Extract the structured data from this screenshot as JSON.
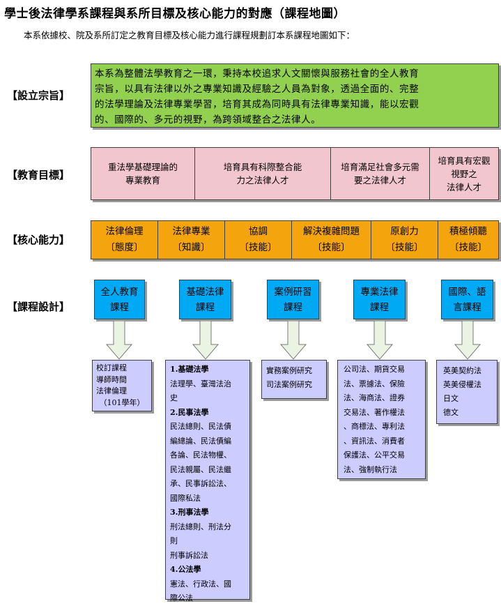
{
  "title": "學士後法律學系課程與系所目標及核心能力的對應（課程地圖）",
  "subtitle": "本系依據校、院及系所訂定之教育目標及核心能力進行課程規劃訂本系課程地圖如下：",
  "rows": {
    "mission_label": "【設立宗旨】",
    "goals_label": "【教育目標】",
    "abilities_label": "【核心能力】",
    "courses_label": "【課程設計】"
  },
  "mission_lines": [
    "本系為整體法學教育之一環，秉持本校追求人文關懷與服務社會的全人教育",
    "宗旨，以具有法律以外之專業知識及經驗之人員為對象，透過全面的、完整",
    "的法學理論及法律專業學習，培育其成為同時具有法律專業知識，能以宏觀",
    "的、國際的、多元的視野，為跨領域整合之法律人。"
  ],
  "goals": [
    {
      "line1": "重法學基礎理論的",
      "line2": "專業教育"
    },
    {
      "line1": "培育具有科際整合能",
      "line2": "力之法律人才"
    },
    {
      "line1": "培育滿足社會多元需",
      "line2": "要之法律人才"
    },
    {
      "line1": "培育具有宏觀視野之",
      "line2": "法律人才"
    }
  ],
  "abilities": [
    {
      "name": "法律倫理",
      "type": "〔態度〕"
    },
    {
      "name": "法律專業",
      "type": "〔知識〕"
    },
    {
      "name": "協調",
      "type": "〔技能〕"
    },
    {
      "name": "解決複雜問題",
      "type": "〔技能〕"
    },
    {
      "name": "原創力",
      "type": "〔技能〕"
    },
    {
      "name": "積極傾聽",
      "type": "〔技能〕"
    }
  ],
  "courses": [
    {
      "line1": "全人教育",
      "line2": "課程"
    },
    {
      "line1": "基礎法律",
      "line2": "課程"
    },
    {
      "line1": "案例研習",
      "line2": "課程"
    },
    {
      "line1": "專業法律",
      "line2": "課程"
    },
    {
      "line1": "國際、語",
      "line2": "言課程"
    }
  ],
  "details": {
    "general": [
      "校訂課程",
      "導師時間",
      "法律倫理",
      "（101學年）"
    ],
    "basic": [
      {
        "text": "1.基礎法學",
        "bold": true
      },
      {
        "text": "法理學、臺灣法治",
        "bold": false
      },
      {
        "text": "史",
        "bold": false
      },
      {
        "text": "2.民事法學",
        "bold": true
      },
      {
        "text": "民法總則、民法債",
        "bold": false
      },
      {
        "text": "編總論、民法債編",
        "bold": false
      },
      {
        "text": "各論、民法物權、",
        "bold": false
      },
      {
        "text": "民法親屬、民法繼",
        "bold": false
      },
      {
        "text": "承、民事訴訟法、",
        "bold": false
      },
      {
        "text": "國際私法",
        "bold": false
      },
      {
        "text": "3.刑事法學",
        "bold": true
      },
      {
        "text": "刑法總則、刑法分",
        "bold": false
      },
      {
        "text": "則",
        "bold": false
      },
      {
        "text": "刑事訴訟法",
        "bold": false
      },
      {
        "text": "4.公法學",
        "bold": true
      },
      {
        "text": "憲法、行政法、國",
        "bold": false
      },
      {
        "text": "際公法",
        "bold": false
      }
    ],
    "case": [
      "實務案例研究",
      "司法案例研究"
    ],
    "professional": [
      "公司法、期貨交易",
      "法、票據法、保險",
      "法、海商法、證券",
      "交易法、著作權法",
      "、商標法、專利法",
      "、資訊法、消費者",
      "保護法、公平交易",
      "法、強制執行法"
    ],
    "language": [
      "英美契約法",
      "英美侵權法",
      "日文",
      "德文"
    ]
  }
}
